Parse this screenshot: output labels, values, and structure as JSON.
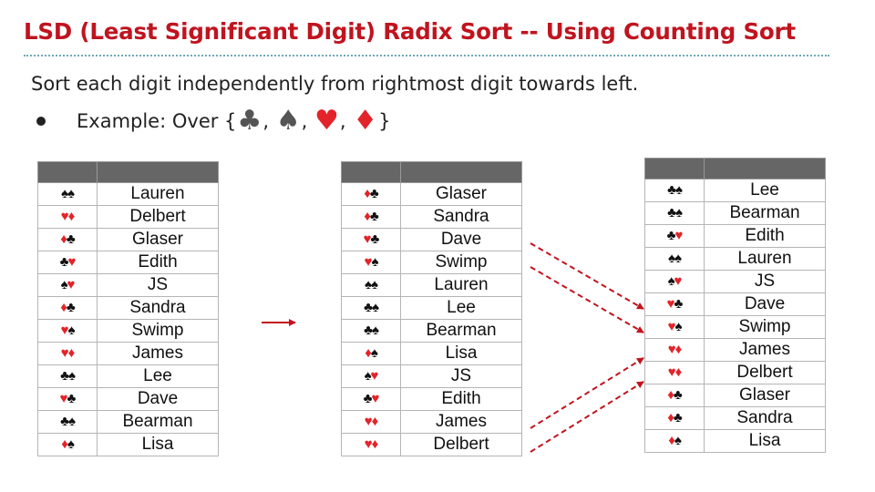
{
  "slide": {
    "title": "LSD (Least Significant Digit) Radix Sort -- Using Counting Sort",
    "subtitle": "Sort each digit independently from rightmost digit towards left.",
    "example_prefix": "Example: Over {",
    "example_suffix": "}",
    "separator": ","
  },
  "colors": {
    "title": "#c0141f",
    "red_suit": "#e3232a",
    "black_suit": "#111111",
    "header": "#666666",
    "arrow": "#c0141f"
  },
  "suits": {
    "club": "♣",
    "spade": "♠",
    "heart": "♥",
    "diamond": "♦"
  },
  "tables": [
    {
      "name": "input",
      "rows": [
        {
          "key": "♠♠",
          "name": "Lauren"
        },
        {
          "key": "♥♦",
          "name": "Delbert"
        },
        {
          "key": "♦♣",
          "name": "Glaser"
        },
        {
          "key": "♣♥",
          "name": "Edith"
        },
        {
          "key": "♠♥",
          "name": "JS"
        },
        {
          "key": "♦♣",
          "name": "Sandra"
        },
        {
          "key": "♥♠",
          "name": "Swimp"
        },
        {
          "key": "♥♦",
          "name": "James"
        },
        {
          "key": "♣♠",
          "name": "Lee"
        },
        {
          "key": "♥♣",
          "name": "Dave"
        },
        {
          "key": "♣♠",
          "name": "Bearman"
        },
        {
          "key": "♦♠",
          "name": "Lisa"
        }
      ]
    },
    {
      "name": "after-first-pass",
      "rows": [
        {
          "key": "♦♣",
          "name": "Glaser"
        },
        {
          "key": "♦♣",
          "name": "Sandra"
        },
        {
          "key": "♥♣",
          "name": "Dave"
        },
        {
          "key": "♥♠",
          "name": "Swimp"
        },
        {
          "key": "♠♠",
          "name": "Lauren"
        },
        {
          "key": "♣♠",
          "name": "Lee"
        },
        {
          "key": "♣♠",
          "name": "Bearman"
        },
        {
          "key": "♦♠",
          "name": "Lisa"
        },
        {
          "key": "♠♥",
          "name": "JS"
        },
        {
          "key": "♣♥",
          "name": "Edith"
        },
        {
          "key": "♥♦",
          "name": "James"
        },
        {
          "key": "♥♦",
          "name": "Delbert"
        }
      ]
    },
    {
      "name": "after-second-pass",
      "rows": [
        {
          "key": "♣♠",
          "name": "Lee"
        },
        {
          "key": "♣♠",
          "name": "Bearman"
        },
        {
          "key": "♣♥",
          "name": "Edith"
        },
        {
          "key": "♠♠",
          "name": "Lauren"
        },
        {
          "key": "♠♥",
          "name": "JS"
        },
        {
          "key": "♥♣",
          "name": "Dave"
        },
        {
          "key": "♥♠",
          "name": "Swimp"
        },
        {
          "key": "♥♦",
          "name": "James"
        },
        {
          "key": "♥♦",
          "name": "Delbert"
        },
        {
          "key": "♦♣",
          "name": "Glaser"
        },
        {
          "key": "♦♣",
          "name": "Sandra"
        },
        {
          "key": "♦♠",
          "name": "Lisa"
        }
      ]
    }
  ]
}
